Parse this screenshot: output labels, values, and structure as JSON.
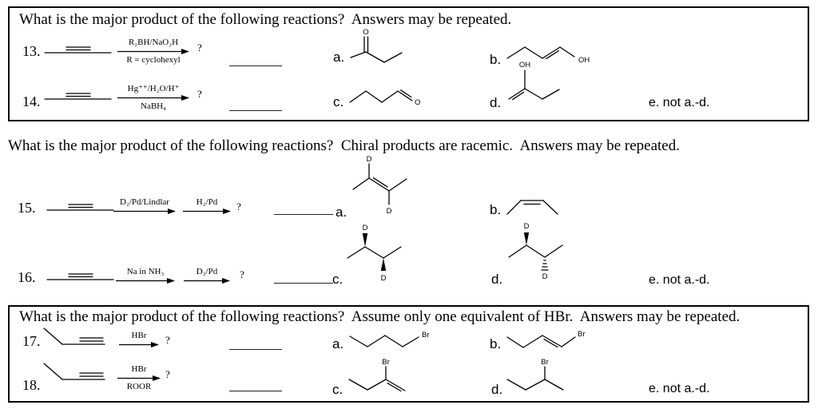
{
  "atoms": {
    "O": "O",
    "OH": "OH",
    "D": "D",
    "Br": "Br"
  },
  "s1": {
    "header": "What is the major product of the following reactions?  Answers may be repeated.",
    "q13": {
      "num": "13.",
      "above": "R₂BH/NaO₂H",
      "below": "R = cyclohexyl",
      "mark": "?"
    },
    "q14": {
      "num": "14.",
      "above": "Hg⁺⁺/H₂O/H⁺",
      "below": "NaBH₄",
      "mark": "?"
    },
    "labels": {
      "a": "a.",
      "b": "b.",
      "c": "c.",
      "d": "d.",
      "e": "e. not a.-d."
    }
  },
  "s2": {
    "header": "What is the major product of the following reactions?  Chiral products are racemic.  Answers may be repeated.",
    "q15": {
      "num": "15.",
      "step1": "D₂/Pd/Lindlar",
      "step2": "H₂/Pd",
      "mark": "?"
    },
    "q16": {
      "num": "16.",
      "step1": "Na in NH₃",
      "step2": "D₂/Pd",
      "mark": "?"
    },
    "labels": {
      "a": "a.",
      "b": "b.",
      "c": "c.",
      "d": "d.",
      "e": "e. not a.-d."
    }
  },
  "s3": {
    "header": "What is the major product of the following reactions?  Assume only one equivalent of HBr.  Answers may be repeated.",
    "q17": {
      "num": "17.",
      "above": "HBr",
      "mark": "?"
    },
    "q18": {
      "num": "18.",
      "above": "HBr",
      "below": "ROOR",
      "mark": "?"
    },
    "labels": {
      "a": "a.",
      "b": "b.",
      "c": "c.",
      "d": "d.",
      "e": "e. not a.-d."
    }
  }
}
